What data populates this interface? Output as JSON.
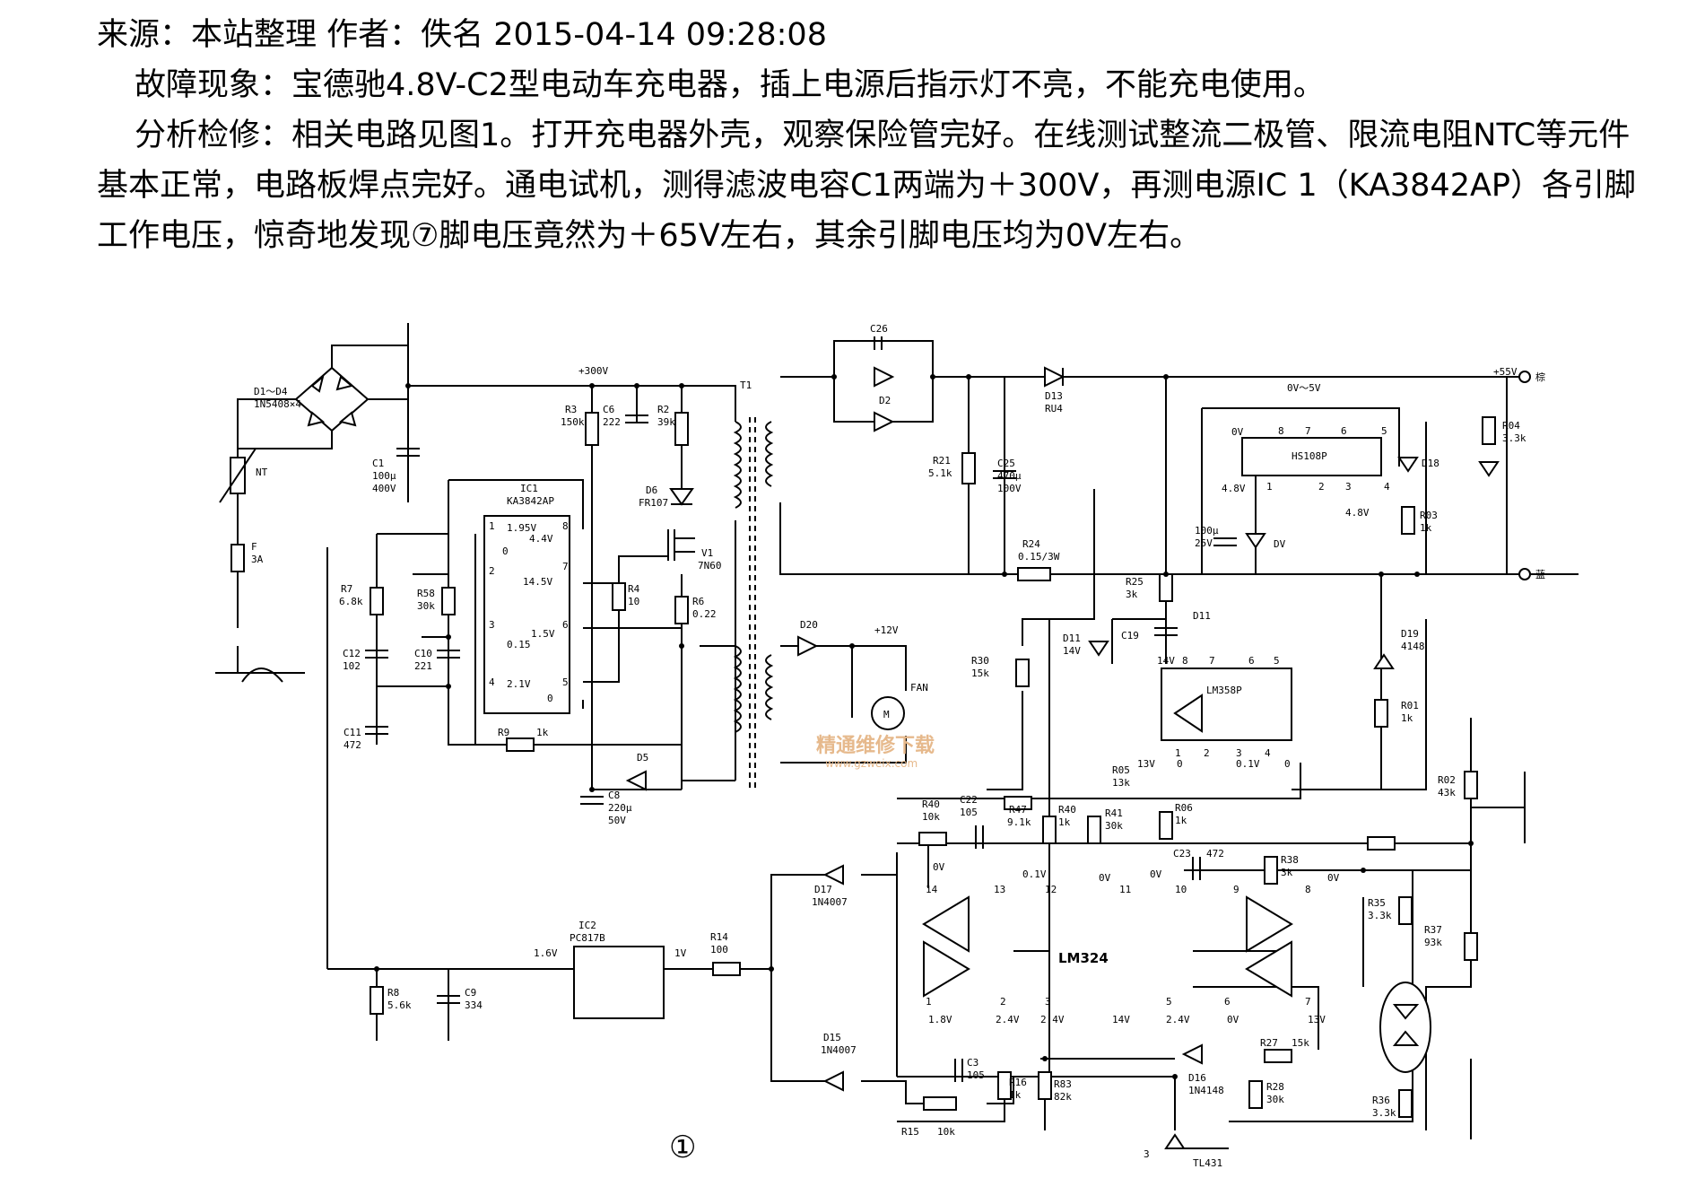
{
  "article": {
    "meta_line": "来源：本站整理  作者：佚名  2015-04-14 09:28:08",
    "symptom_line": "故障现象：宝德驰4.8V-C2型电动车充电器，插上电源后指示灯不亮，不能充电使用。",
    "analysis_line_1": "分析检修：相关电路见图1。打开充电器外壳，观察保险管完好。在线测试整流二极管、限流电阻NTC等元件",
    "analysis_line_2": "基本正常，电路板焊点完好。通电试机，测得滤波电容C1两端为＋300V，再测电源IC 1（KA3842AP）各引脚",
    "analysis_line_3": "工作电压，惊奇地发现⑦脚电压竟然为＋65V左右，其余引脚电压均为0V左右。"
  },
  "schematic": {
    "figure_number": "①",
    "watermark_cn": "精通维修下载",
    "watermark_url": "www.gzweix.com",
    "labels": {
      "d1_d4": "D1～D4",
      "d1_d4_part": "1N5408×4",
      "nt": "NT",
      "f": "F",
      "f_val": "3A",
      "c1": "C1",
      "c1_val1": "100μ",
      "c1_val2": "400V",
      "v300": "+300V",
      "r3": "R3",
      "r3_val": "150k",
      "c6": "C6",
      "c6_val": "222",
      "r2": "R2",
      "r2_val": "39k",
      "t1": "T1",
      "d6": "D6",
      "d6_val": "FR107",
      "v1": "V1",
      "v1_val": "7N60",
      "r4": "R4",
      "r4_val": "10",
      "r6": "R6",
      "r6_val": "0.22",
      "ic1": "IC1",
      "ic1_val": "KA3842AP",
      "ic1_p1v": "1.95V",
      "ic1_p8v": "4.4V",
      "ic1_p7v": "14.5V",
      "ic1_p6v": "1.5V",
      "ic1_p3v": "0.15",
      "ic1_p4v": "2.1V",
      "zero": "0",
      "pin1": "1",
      "pin2": "2",
      "pin3": "3",
      "pin4": "4",
      "pin5": "5",
      "pin6": "6",
      "pin7": "7",
      "pin8": "8",
      "r7": "R7",
      "r7_val": "6.8k",
      "r58": "R58",
      "r58_val": "30k",
      "c12": "C12",
      "c12_val": "102",
      "c10": "C10",
      "c10_val": "221",
      "c11": "C11",
      "c11_val": "472",
      "r9": "R9",
      "r9_val": "1k",
      "d5": "D5",
      "c8": "C8",
      "c8_val1": "220μ",
      "c8_val2": "50V",
      "c26": "C26",
      "d2": "D2",
      "d13": "D13",
      "d13_val": "RU4",
      "r21": "R21",
      "r21_val": "5.1k",
      "c25": "C25",
      "c25_val1": "470μ",
      "c25_val2": "100V",
      "r24": "R24",
      "r24_val": "0.15/3W",
      "v55": "+55V",
      "red": "棕",
      "blue": "蓝",
      "v0_5": "0V～5V",
      "ov": "0V",
      "hs108p": "HS108P",
      "v48": "4.8V",
      "c_100u": "100μ",
      "c_25v": "25V",
      "dv": "DV",
      "r04": "R04",
      "r04_val": "3.3k",
      "d18": "D18",
      "r03": "R03",
      "r03_val": "1k",
      "d20": "D20",
      "v12": "+12V",
      "fan": "FAN",
      "motor": "M",
      "r25": "R25",
      "r25_val": "3k",
      "d11": "D11",
      "d11_val": "14V",
      "c19": "C19",
      "v14": "14V",
      "lm358p": "LM358P",
      "v13": "13V",
      "v01": "0.1V",
      "r30": "R30",
      "r30_val": "15k",
      "d19": "D19",
      "d19_val": "4148",
      "r01": "R01",
      "r01_val": "1k",
      "r05": "R05",
      "r05_val": "13k",
      "r02": "R02",
      "r02_val": "43k",
      "r40a": "R40",
      "r40a_val": "10k",
      "c22": "C22",
      "c22_val": "105",
      "r47": "R47",
      "r47_val": "9.1k",
      "r40b": "R40",
      "r40b_val": "1k",
      "r41": "R41",
      "r41_val": "30k",
      "r06": "R06",
      "r06_val": "1k",
      "c23": "C23",
      "c23_val": "472",
      "r38": "R38",
      "r38_val": "3k",
      "d17": "D17",
      "d17_val": "1N4007",
      "ic2": "IC2",
      "ic2_val": "PC817B",
      "v16": "1.6V",
      "v1v": "1V",
      "r14": "R14",
      "r14_val": "100",
      "lm324": "LM324",
      "p14": "14",
      "p13": "13",
      "p12": "12",
      "p11": "11",
      "p10": "10",
      "p9": "9",
      "v18": "1.8V",
      "v24": "2.4V",
      "r35": "R35",
      "r35_val": "3.3k",
      "r37": "R37",
      "r37_val": "93k",
      "r8": "R8",
      "r8_val": "5.6k",
      "c9": "C9",
      "c9_val": "334",
      "d15": "D15",
      "d15_val": "1N4007",
      "c3": "C3",
      "c3_val": "105",
      "r15": "R15",
      "r15_val": "10k",
      "r16": "R16",
      "r16_val": "1k",
      "r83": "R83",
      "r83_val": "82k",
      "d16": "D16",
      "d16_val": "1N4148",
      "r27": "R27",
      "r27_val": "15k",
      "r28": "R28",
      "r28_val": "30k",
      "r36": "R36",
      "r36_val": "3.3k",
      "tl431": "TL431",
      "v13b": "13V"
    }
  }
}
